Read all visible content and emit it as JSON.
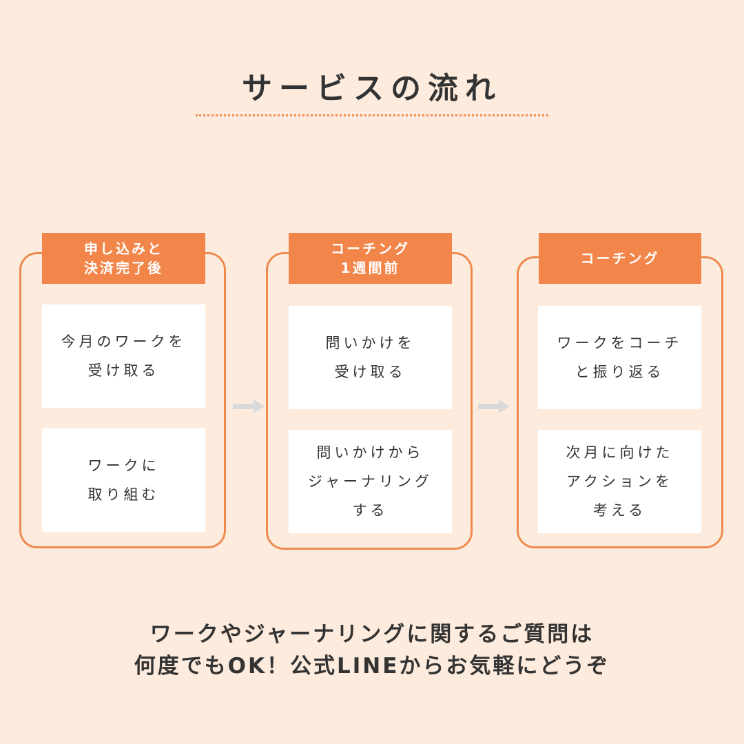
{
  "title": "サービスの流れ",
  "colors": {
    "background": "#fdecde",
    "accent": "#f2864a",
    "text": "#333333",
    "card": "#ffffff",
    "arrow": "#d9d9d9"
  },
  "steps": [
    {
      "header": "申し込みと\n決済完了後",
      "cards": [
        "今月のワークを\n受け取る",
        "ワークに\n取り組む"
      ]
    },
    {
      "header": "コーチング\n1週間前",
      "cards": [
        "問いかけを\n受け取る",
        "問いかけから\nジャーナリング\nする"
      ]
    },
    {
      "header": "コーチング",
      "cards": [
        "ワークをコーチ\nと振り返る",
        "次月に向けた\nアクションを\n考える"
      ]
    }
  ],
  "arrows": [
    "arrow-right-icon",
    "arrow-right-icon"
  ],
  "footer": "ワークやジャーナリングに関するご質問は\n何度でもOK！公式LINEからお気軽にどうぞ"
}
